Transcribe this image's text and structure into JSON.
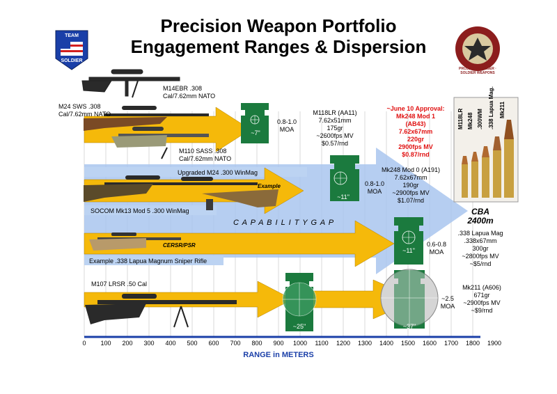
{
  "title": {
    "line1": "Precision Weapon Portfolio",
    "line2": "Engagement Ranges & Dispersion"
  },
  "logos": {
    "left": {
      "top_text": "TEAM",
      "bottom_text": "SOLDIER"
    },
    "right": {
      "ring_text": "PROJECT MANAGER · SOLDIER WEAPONS"
    }
  },
  "weapons": {
    "m14ebr": {
      "line1": "M14EBR .308",
      "line2": "Cal/7.62mm NATO"
    },
    "m24": {
      "line1": "M24 SWS .308",
      "line2": "Cal/7.62mm NATO"
    },
    "m110": {
      "line1": "M110 SASS .308",
      "line2": "Cal/7.62mm NATO"
    },
    "upgraded_m24": "Upgraded M24 .300 WinMag",
    "example": "Example",
    "mk13": "SOCOM Mk13 Mod 5 .300 WinMag",
    "capability_gap": "C A P A B I L I T Y   G A P",
    "cersr": "CERSR/PSR",
    "example_338": "Example .338 Lapua Magnum Sniper Rifle",
    "m107": "M107 LRSR .50 Cal"
  },
  "targets": {
    "t7": "~7\"",
    "t11a": "~11\"",
    "t11b": "~11\"",
    "t25": "~25\"",
    "t37": "~37\""
  },
  "moa": {
    "m1": {
      "line1": "0.8-1.0",
      "line2": "MOA"
    },
    "m2": {
      "line1": "0.8-1.0",
      "line2": "MOA"
    },
    "m3": {
      "line1": "0.6-0.8",
      "line2": "MOA"
    },
    "m4": {
      "line1": "~2.5",
      "line2": "MOA"
    }
  },
  "ammo": {
    "m118lr": [
      "M118LR (AA11)",
      "7.62x51mm",
      "175gr",
      "~2600fps MV",
      "$0.57/rnd"
    ],
    "approval": [
      "~June 10 Approval:",
      "Mk248 Mod 1",
      "(AB43)",
      "7.62x67mm",
      "220gr",
      "2900fps MV",
      "$0.87/rnd"
    ],
    "mk248_0": [
      "Mk248 Mod 0 (A191)",
      "7.62x67mm",
      "190gr",
      "~2900fps MV",
      "$1.07/rnd"
    ],
    "lapua": [
      ".338 Lapua Mag",
      ".338x67mm",
      "300gr",
      "~2800fps MV",
      "~$5/rnd"
    ],
    "mk211": [
      "Mk211 (A606)",
      "671gr",
      "~2900fps MV",
      "~$9/rnd"
    ]
  },
  "cartridges": [
    "M118LR",
    "Mk248",
    ".300WM",
    ".338 Lapua Mag.",
    "Mk211"
  ],
  "cba": {
    "line1": "CBA",
    "line2": "2400m"
  },
  "axis": {
    "label": "RANGE in METERS",
    "ticks": [
      "0",
      "100",
      "200",
      "300",
      "400",
      "500",
      "600",
      "700",
      "800",
      "900",
      "1000",
      "1100",
      "1200",
      "1300",
      "1400",
      "1500",
      "1600",
      "1700",
      "1800",
      "1900"
    ]
  },
  "colors": {
    "arrow_yellow": "#f5b90a",
    "gap_blue": "#a9c6ef",
    "target_green": "#1b7a3e",
    "axis_blue": "#1a3fa8",
    "red_text": "#e01010"
  }
}
